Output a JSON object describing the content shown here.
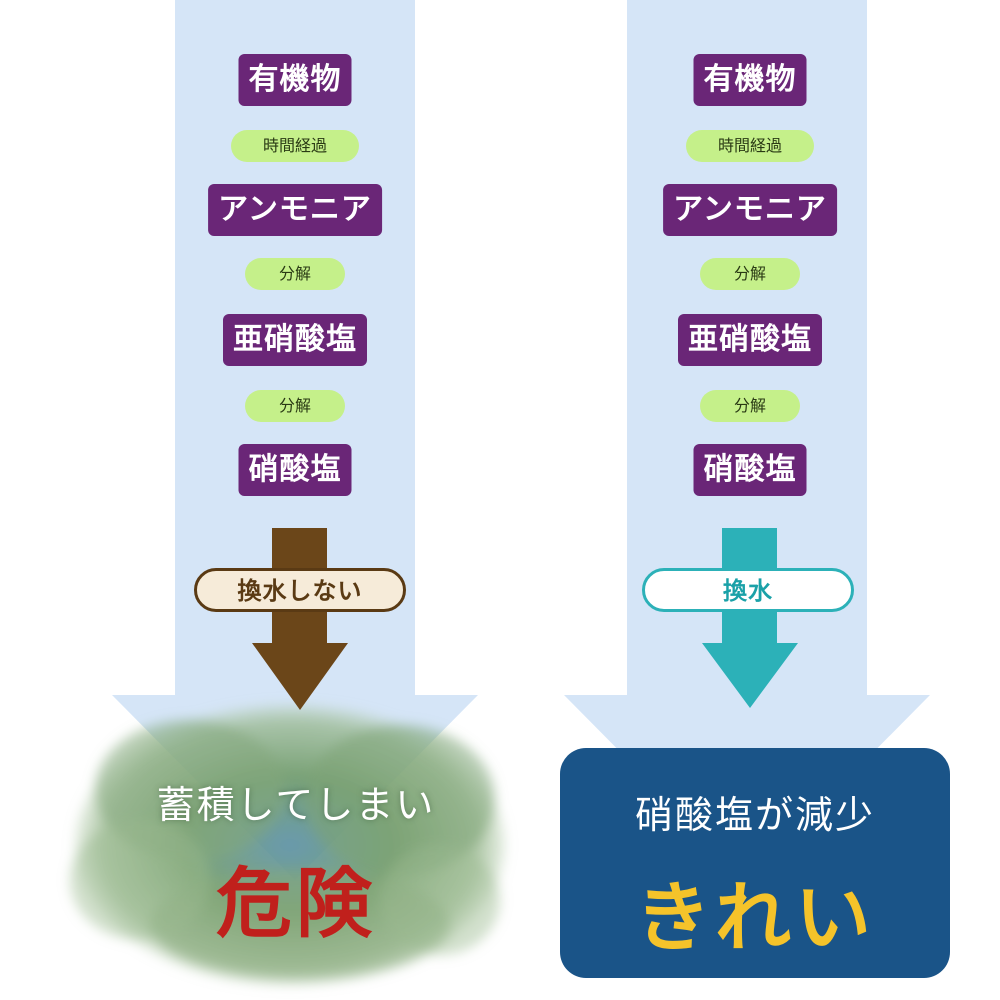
{
  "left": {
    "steps": [
      "有機物",
      "アンモニア",
      "亜硝酸塩",
      "硝酸塩"
    ],
    "transitions": [
      "時間経過",
      "分解",
      "分解"
    ],
    "action": "換水しない",
    "result_sub": "蓄積してしまい",
    "result_main": "危険"
  },
  "right": {
    "steps": [
      "有機物",
      "アンモニア",
      "亜硝酸塩",
      "硝酸塩"
    ],
    "transitions": [
      "時間経過",
      "分解",
      "分解"
    ],
    "action": "換水",
    "result_sub": "硝酸塩が減少",
    "result_main": "きれい"
  },
  "colors": {
    "flow_arrow": "#d5e5f7",
    "chip": "#6a2677",
    "pill": "#c5f08a",
    "brown_arrow": "#6b4619",
    "teal_arrow": "#2cb1b8",
    "danger": "#c0201c",
    "clean": "#f5c32a",
    "result_box": "#1a5488",
    "blob": "#5f8a55"
  }
}
